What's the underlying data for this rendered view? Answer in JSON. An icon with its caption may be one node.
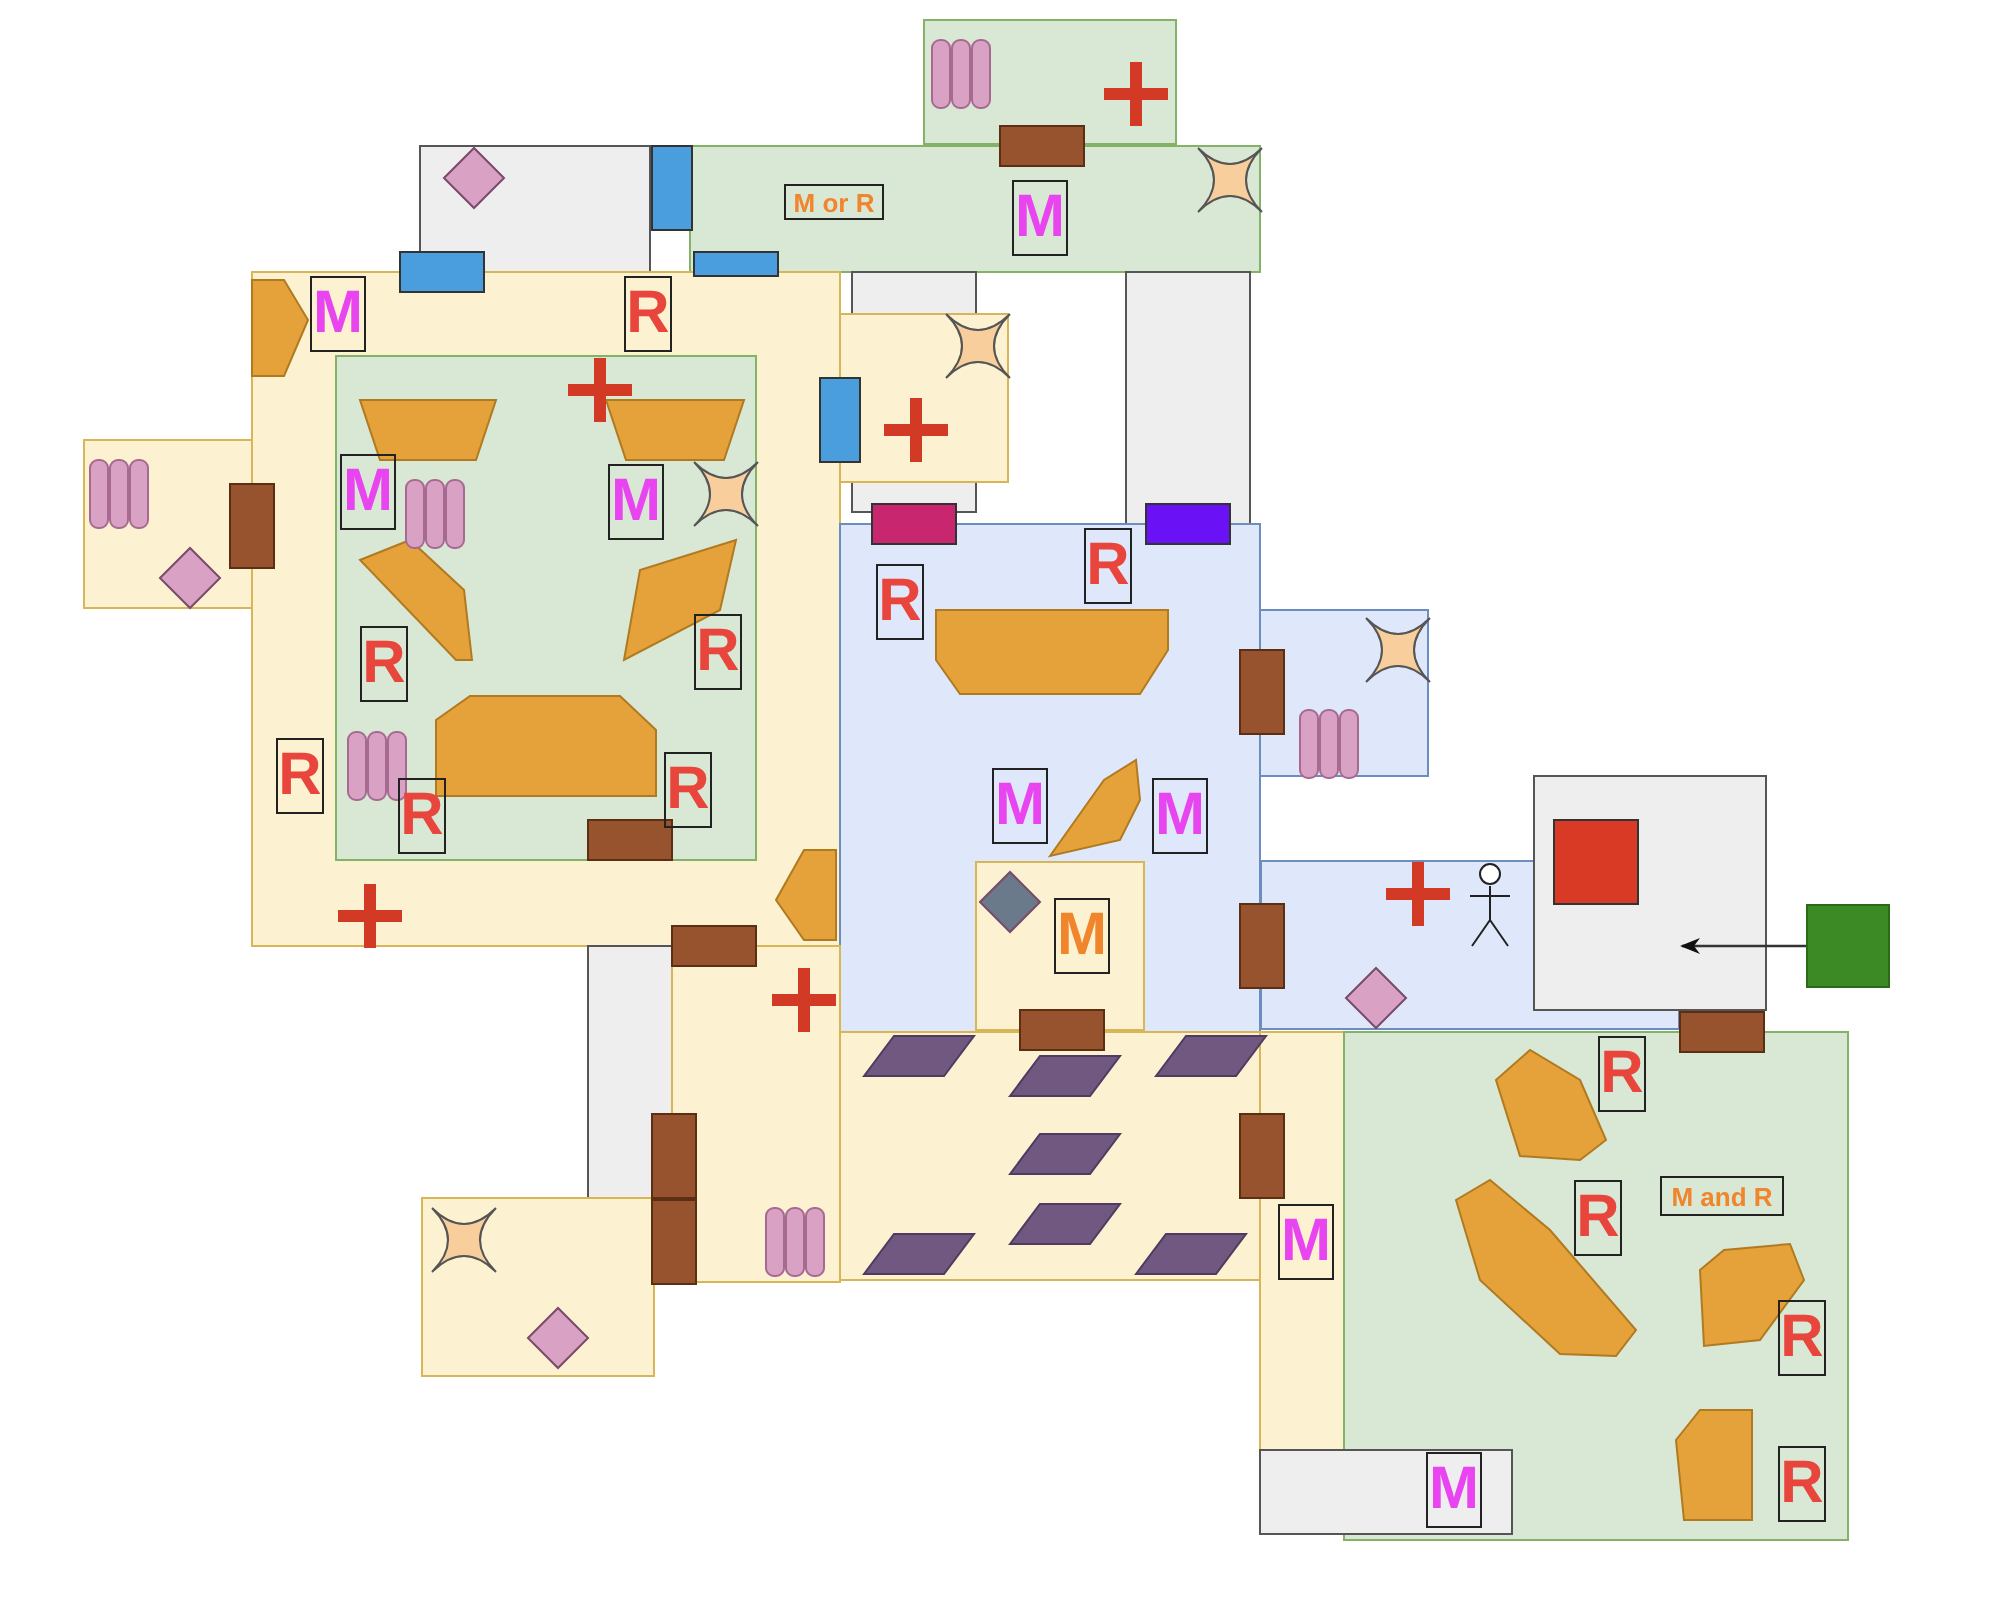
{
  "diagram": {
    "nodes": [
      {
        "text": [
          "M or R"
        ]
      },
      {
        "text": [
          "M"
        ]
      },
      {
        "text": [
          "M"
        ]
      },
      {
        "text": [
          "R"
        ]
      },
      {
        "text": [
          "M"
        ]
      },
      {
        "text": [
          "M"
        ]
      },
      {
        "text": [
          "R"
        ]
      },
      {
        "text": [
          "R"
        ]
      },
      {
        "text": [
          "R"
        ]
      },
      {
        "text": [
          "R"
        ]
      },
      {
        "text": [
          "R"
        ]
      },
      {
        "text": [
          "M"
        ]
      },
      {
        "text": [
          "R"
        ]
      },
      {
        "text": [
          "M"
        ]
      },
      {
        "text": [
          "R"
        ]
      },
      {
        "text": [
          "M"
        ]
      },
      {
        "text": [
          "R"
        ]
      },
      {
        "text": [
          "M and R"
        ]
      },
      {
        "text": [
          "R"
        ]
      },
      {
        "text": [
          "M"
        ]
      },
      {
        "text": [
          "R"
        ]
      },
      {
        "text": [
          "M"
        ]
      },
      {
        "text": [
          "R"
        ]
      },
      {
        "text": [],
        "shape": "box"
      },
      {
        "text": [],
        "shape": "box"
      }
    ],
    "edges": [
      {
        "from": 24,
        "to": 23,
        "arrow": "to"
      }
    ]
  }
}
